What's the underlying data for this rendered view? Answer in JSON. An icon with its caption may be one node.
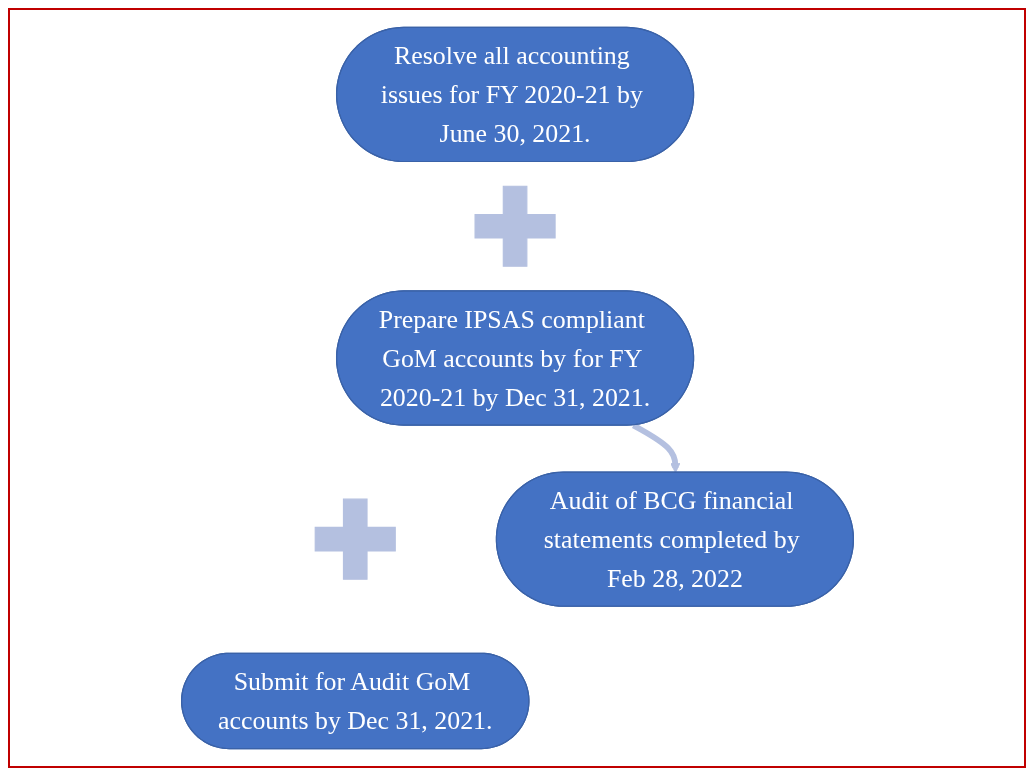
{
  "diagram": {
    "nodes": [
      {
        "text": [
          "Resolve all accounting issues for FY 2020-21 by June 30, 2021."
        ]
      },
      {
        "text": [],
        "shape": "plus"
      },
      {
        "text": [
          "Prepare IPSAS compliant GoM accounts by for FY 2020-21 by Dec 31, 2021."
        ]
      },
      {
        "text": [
          "Audit of BCG financial statements completed by Feb 28, 2022"
        ]
      },
      {
        "text": [],
        "shape": "plus"
      },
      {
        "text": [
          "Submit for Audit GoM accounts by Dec 31, 2021."
        ]
      }
    ],
    "edges": [
      {
        "from": 2,
        "to": 3,
        "arrow": "to"
      }
    ]
  }
}
